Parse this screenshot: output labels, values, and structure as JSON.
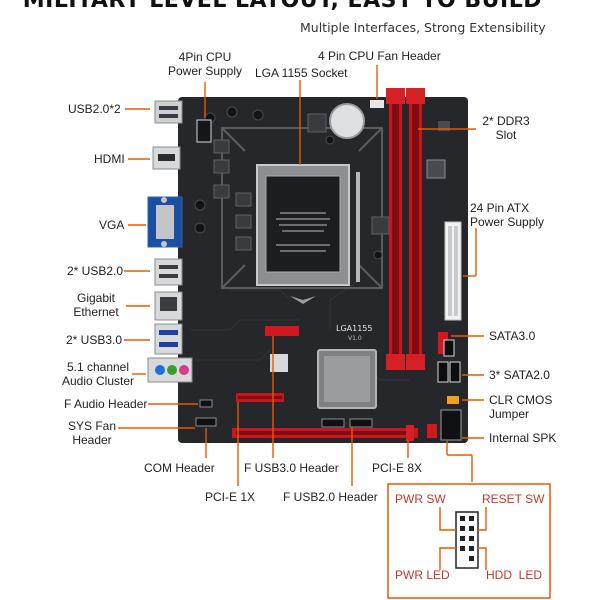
{
  "header": {
    "title": "MILITARY LEVEL LAYOUT, EASY TO BUILD",
    "subtitle": "Multiple Interfaces, Strong Extensibility"
  },
  "callouts": {
    "cpu_power_line1": "4Pin CPU",
    "cpu_power_line2": "Power Supply",
    "cpu_fan": "4 Pin CPU Fan Header",
    "socket": "LGA 1155 Socket",
    "usb2x2": "USB2.0*2",
    "hdmi": "HDMI",
    "vga": "VGA",
    "usb2_2": "2* USB2.0",
    "ethernet_line1": "Gigabit",
    "ethernet_line2": "Ethernet",
    "usb3_2": "2* USB3.0",
    "audio_line1": "5.1 channel",
    "audio_line2": "Audio Cluster",
    "f_audio": "F Audio Header",
    "sys_fan_line1": "SYS Fan",
    "sys_fan_line2": "Header",
    "com": "COM Header",
    "f_usb3": "F USB3.0 Header",
    "pcie8x": "PCI-E 8X",
    "pcie1x": "PCI-E 1X",
    "f_usb2": "F USB2.0 Header",
    "ddr3_line1": "2* DDR3",
    "ddr3_line2": "Slot",
    "atx_line1": "24 Pin ATX",
    "atx_line2": "Power Supply",
    "sata3": "SATA3.0",
    "sata2": "3* SATA2.0",
    "clr_line1": "CLR CMOS",
    "clr_line2": "Jumper",
    "spk": "Internal SPK"
  },
  "panel": {
    "pwr_sw": "PWR SW",
    "reset_sw": "RESET SW",
    "pwr_led": "PWR LED",
    "hdd_led": "HDD  LED"
  },
  "board": {
    "socket_marking": "LGA1155",
    "socket_version": "V1.0"
  },
  "colors": {
    "pcb": "#26272b",
    "slot_red": "#c8161d",
    "callout_line": "#e85a00",
    "panel_border": "#e85a00",
    "panel_text": "#c0392b"
  }
}
